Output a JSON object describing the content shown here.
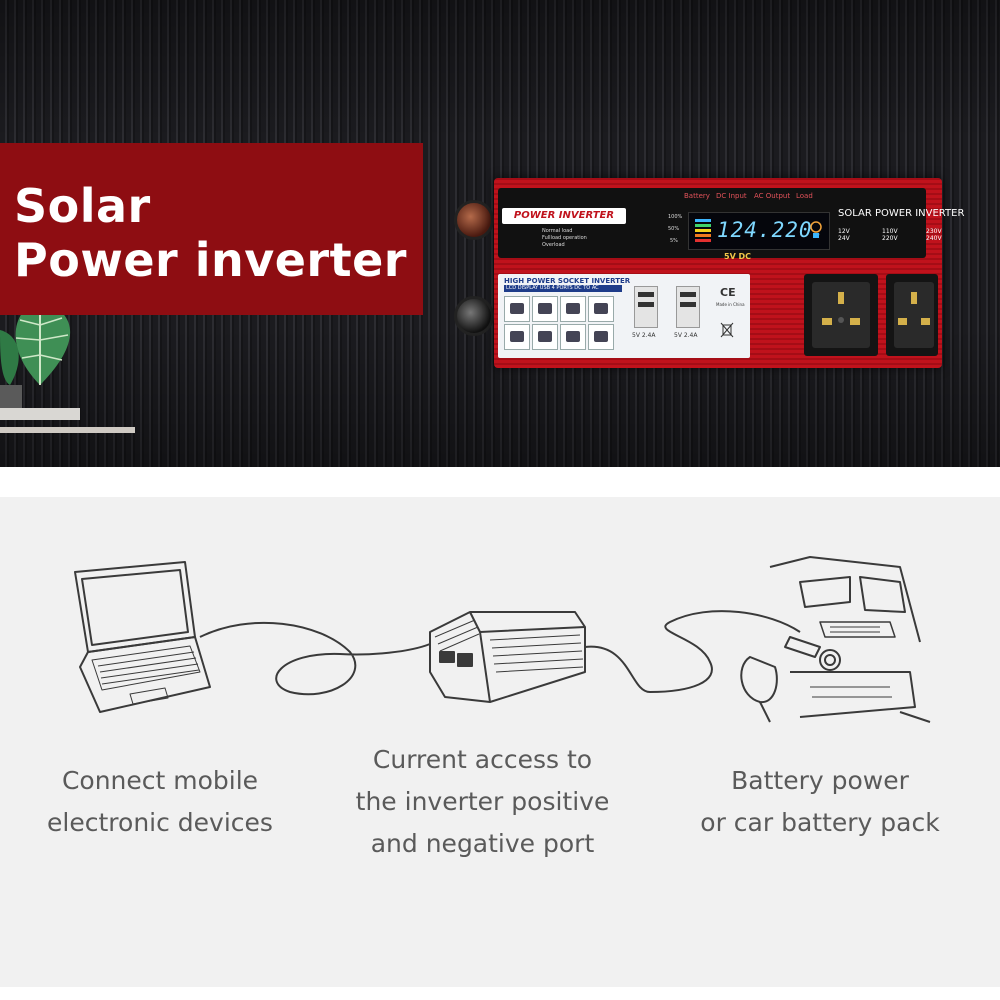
{
  "hero": {
    "title_line1": "Solar",
    "title_line2": "Power inverter",
    "panel_color": "#8e0d12"
  },
  "inverter": {
    "brand": "POWER INVERTER",
    "legend": [
      "Normal load",
      "Fullload operation",
      "Overload"
    ],
    "level_labels": [
      "100%",
      "50%",
      "5%"
    ],
    "header_labels": [
      "Battery",
      "DC Input",
      "AC Output",
      "Load"
    ],
    "display_value": "124.220.",
    "usb_label": "5V DC",
    "product_title": "SOLAR POWER INVERTER",
    "voltages": [
      "12V",
      "110V",
      "230V",
      "24V",
      "220V",
      "240V"
    ],
    "sticker_title": "HIGH POWER SOCKET INVERTER",
    "sticker_subtitle": "LCD DISPLAY USB 4 PORTS DC TO AC",
    "usb_ratings": [
      "5V 2.4A",
      "5V 2.4A"
    ],
    "ce_mark": "CE",
    "made_in": "Made in China",
    "body_color": "#c0121c"
  },
  "steps": [
    {
      "line1": "Connect mobile",
      "line2": "electronic devices"
    },
    {
      "line1": "Current access to",
      "line2": "the inverter positive",
      "line3": "and negative port"
    },
    {
      "line1": "Battery power",
      "line2": "or car battery pack"
    }
  ],
  "icons": [
    "laptop-icon",
    "car-inverter-icon",
    "car-dashboard-icon",
    "cigarette-plug-icon"
  ]
}
